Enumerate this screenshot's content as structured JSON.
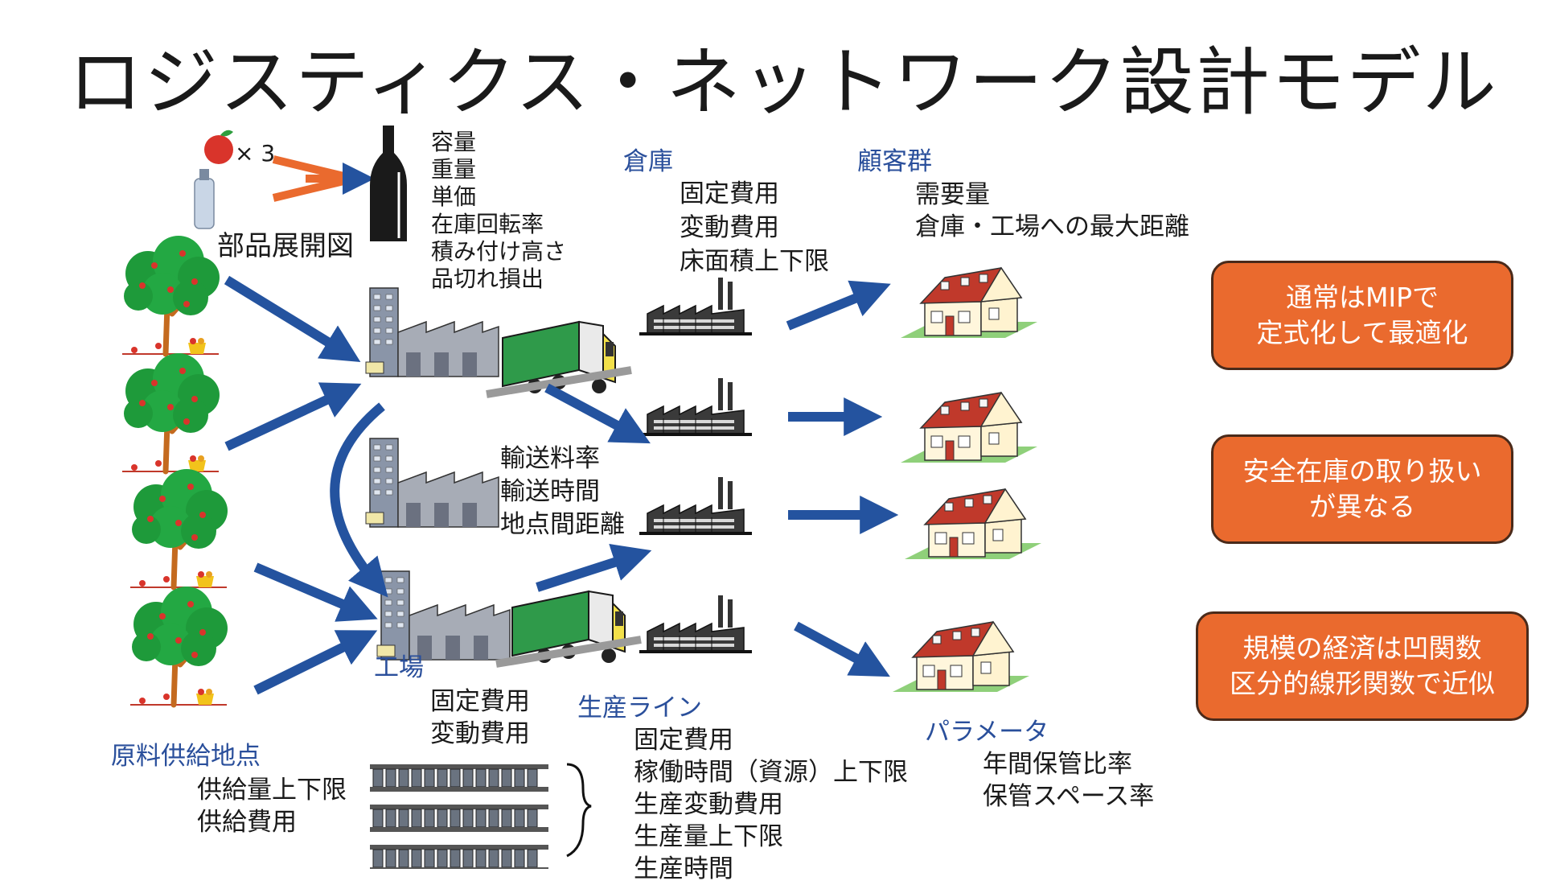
{
  "title": "ロジスティクス・ネットワーク設計モデル",
  "bom": {
    "multiplier": "× 3",
    "label": "部品展開図",
    "attrs": [
      "容量",
      "重量",
      "単価",
      "在庫回転率",
      "積み付け高さ",
      "品切れ損出"
    ]
  },
  "warehouse": {
    "title": "倉庫",
    "attrs": [
      "固定費用",
      "変動費用",
      "床面積上下限"
    ]
  },
  "customers": {
    "title": "顧客群",
    "attrs": [
      "需要量",
      "倉庫・工場への最大距離"
    ]
  },
  "transport": {
    "attrs": [
      "輸送料率",
      "輸送時間",
      "地点間距離"
    ]
  },
  "factory": {
    "title": "工場",
    "attrs": [
      "固定費用",
      "変動費用"
    ]
  },
  "supply": {
    "title": "原料供給地点",
    "attrs": [
      "供給量上下限",
      "供給費用"
    ]
  },
  "line": {
    "title": "生産ライン",
    "attrs": [
      "固定費用",
      "稼働時間（資源）上下限",
      "生産変動費用",
      "生産量上下限",
      "生産時間"
    ]
  },
  "params": {
    "title": "パラメータ",
    "attrs": [
      "年間保管比率",
      "保管スペース率"
    ]
  },
  "notes": [
    {
      "lines": [
        "通常はMIPで",
        "定式化して最適化"
      ]
    },
    {
      "lines": [
        "安全在庫の取り扱い",
        "が異なる"
      ]
    },
    {
      "lines": [
        "規模の経済は凹関数",
        "区分的線形関数で近似"
      ]
    }
  ],
  "colors": {
    "arrow": "#24539f",
    "orange": "#ea6a2e",
    "blueText": "#2a4f9b",
    "tree": "#1e9a3a",
    "roof": "#c0392b"
  },
  "icons": [
    "apple-icon",
    "gas-cylinder-icon",
    "bottle-icon",
    "apple-tree-icon",
    "factory-icon",
    "truck-icon",
    "warehouse-icon",
    "house-icon",
    "production-line-icon"
  ]
}
